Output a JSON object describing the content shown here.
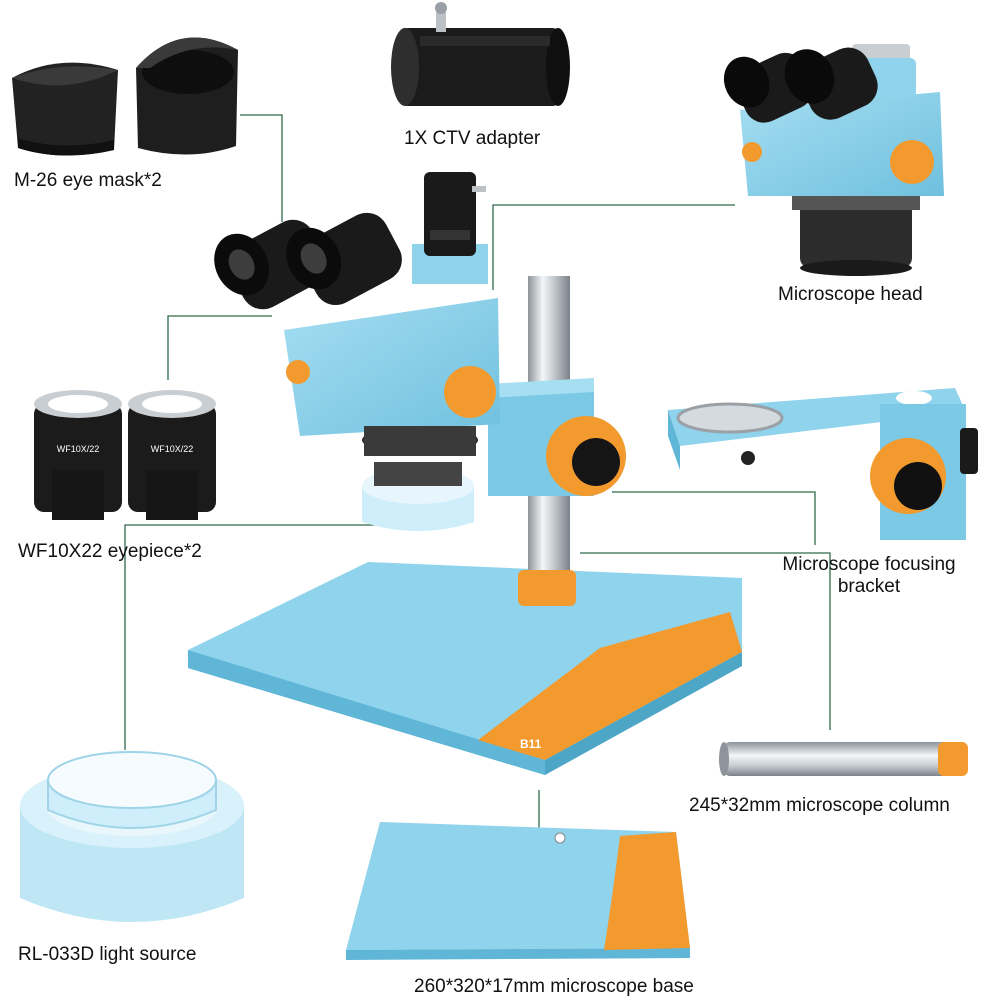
{
  "labels": {
    "eye_mask": "M-26 eye mask*2",
    "ctv_adapter": "1X CTV adapter",
    "head": "Microscope head",
    "eyepiece": "WF10X22 eyepiece*2",
    "focusing_bracket_line1": "Microscope focusing",
    "focusing_bracket_line2": "bracket",
    "column": "245*32mm microscope column",
    "light_source": "RL-033D light source",
    "base": "260*320*17mm microscope base"
  },
  "markings": {
    "eyepiece_text": "WF10X/22",
    "base_brand": "B11"
  },
  "colors": {
    "body_blue": "#8fd3ec",
    "body_blue_dark": "#5fb6d6",
    "accent_orange": "#f29a2e",
    "black_part": "#1a1a1a",
    "chrome": "#c9ced3",
    "leader_line": "#2f6b4a",
    "text": "#111111"
  }
}
